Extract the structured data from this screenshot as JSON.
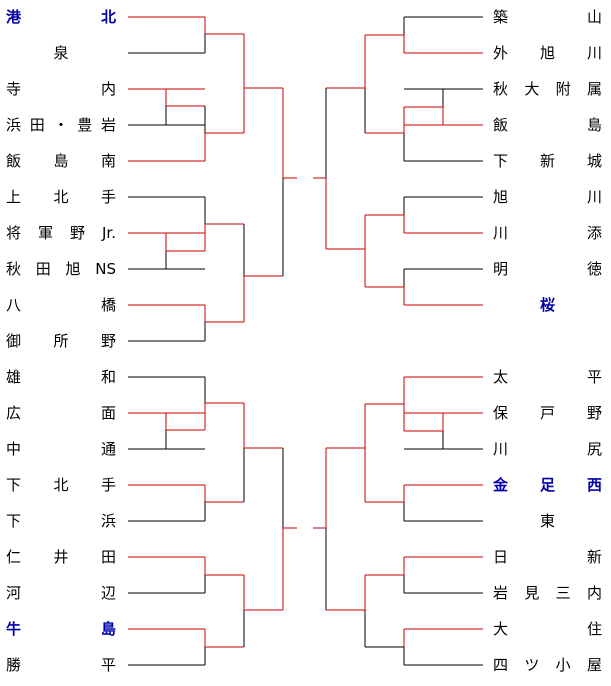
{
  "colors": {
    "win": "#cc0000",
    "loss": "#000000",
    "seed_text": "#0000aa"
  },
  "bracket": {
    "left": [
      {
        "name": "港北",
        "seed": true
      },
      {
        "name": "泉",
        "seed": false,
        "center": true
      },
      {
        "name": "寺内",
        "seed": false
      },
      {
        "name": "浜田・豊岩",
        "seed": false
      },
      {
        "name": "飯島南",
        "seed": false
      },
      {
        "name": "上北手",
        "seed": false
      },
      {
        "name": "将軍野Jr.",
        "seed": false
      },
      {
        "name": "秋田旭NS",
        "seed": false
      },
      {
        "name": "八橋",
        "seed": false
      },
      {
        "name": "御所野",
        "seed": false
      },
      {
        "name": "雄和",
        "seed": false
      },
      {
        "name": "広面",
        "seed": false
      },
      {
        "name": "中通",
        "seed": false
      },
      {
        "name": "下北手",
        "seed": false
      },
      {
        "name": "下浜",
        "seed": false
      },
      {
        "name": "仁井田",
        "seed": false
      },
      {
        "name": "河辺",
        "seed": false
      },
      {
        "name": "牛島",
        "seed": true
      },
      {
        "name": "勝平",
        "seed": false
      }
    ],
    "right": [
      {
        "name": "築山",
        "seed": false
      },
      {
        "name": "外旭川",
        "seed": false
      },
      {
        "name": "秋大附属",
        "seed": false
      },
      {
        "name": "飯島",
        "seed": false
      },
      {
        "name": "下新城",
        "seed": false
      },
      {
        "name": "旭川",
        "seed": false
      },
      {
        "name": "川添",
        "seed": false
      },
      {
        "name": "明徳",
        "seed": false
      },
      {
        "name": "桜",
        "seed": true,
        "center": true
      },
      {
        "name": "太平",
        "seed": false
      },
      {
        "name": "保戸野",
        "seed": false
      },
      {
        "name": "川尻",
        "seed": false
      },
      {
        "name": "金足西",
        "seed": true
      },
      {
        "name": "東",
        "seed": false,
        "center": true
      },
      {
        "name": "日新",
        "seed": false
      },
      {
        "name": "岩見三内",
        "seed": false
      },
      {
        "name": "大住",
        "seed": false
      },
      {
        "name": "四ツ小屋",
        "seed": false
      }
    ]
  }
}
